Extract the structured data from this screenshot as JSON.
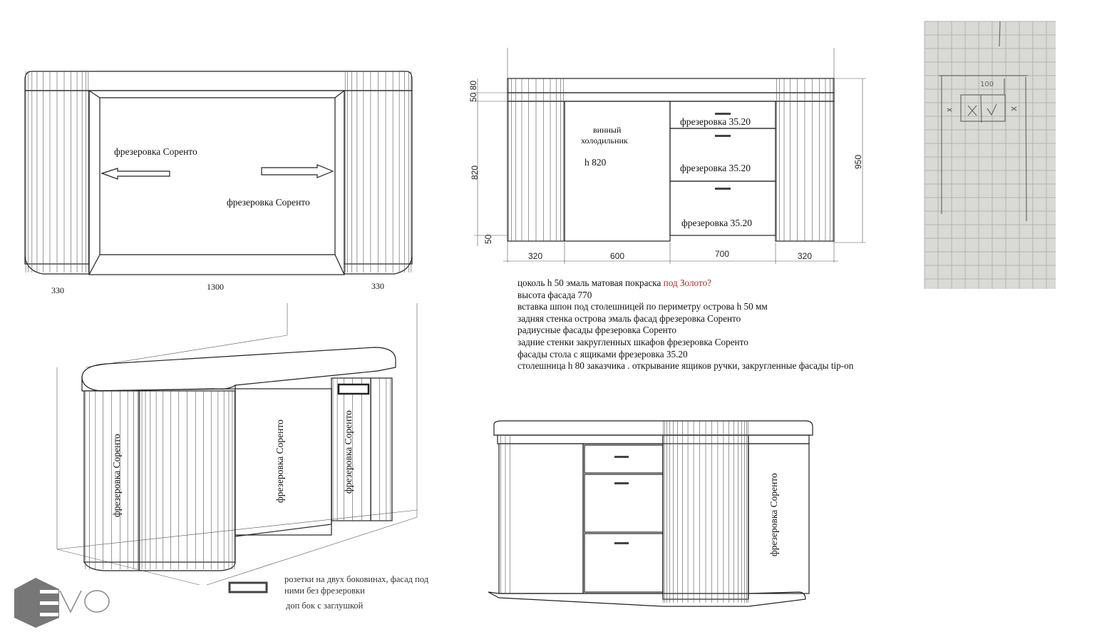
{
  "front_view": {
    "label_left": "фрезеровка Соренто",
    "label_right": "фрезеровка Соренто",
    "dims": [
      "330",
      "1300",
      "330"
    ]
  },
  "elevation": {
    "fridge_line1": "винный",
    "fridge_line2": "холодильник",
    "fridge_height": "h 820",
    "drawers": [
      "фрезеровка 35.20",
      "фрезеровка 35.20",
      "фрезеровка 35.20"
    ],
    "dims_bottom": [
      "320",
      "600",
      "700",
      "320"
    ],
    "dim_top": "50 80",
    "dim_middle": "820",
    "dim_plinth": "50",
    "dim_total": "950"
  },
  "notes": {
    "line1_main": "цоколь h 50  эмаль матовая покраска ",
    "line1_highlight": "под Золото?",
    "lines": [
      "высота фасада  770",
      "вставка шпон под столешницей по периметру острова  h  50 мм",
      "задняя стенка острова эмаль фасад фрезеровка Соренто",
      "радиусные фасады фрезеровка Соренто",
      "задние стенки закругленных шкафов фрезеровка Соренто",
      "фасады стола с ящиками фрезеровка 35.20",
      "столешница h  80 заказчика  . открывание ящиков ручки, закругленные фасады tip-on"
    ],
    "highlight_color": "#a0282a"
  },
  "sketch_photo": {
    "dimension": "100"
  },
  "perspective_left": {
    "labels": [
      "фрезеровка Соренто",
      "фрезеровка Соренто",
      "фрезеровка Соренто"
    ]
  },
  "legend": {
    "socket_text_1": "розетки на двух боковинах, фасад под",
    "socket_text_2": "ними без фрезеровки",
    "side_text": "доп бок с заглушкой"
  },
  "perspective_right": {
    "label": "фрезеровка Соренто"
  },
  "logo": {
    "text": "EVO"
  }
}
